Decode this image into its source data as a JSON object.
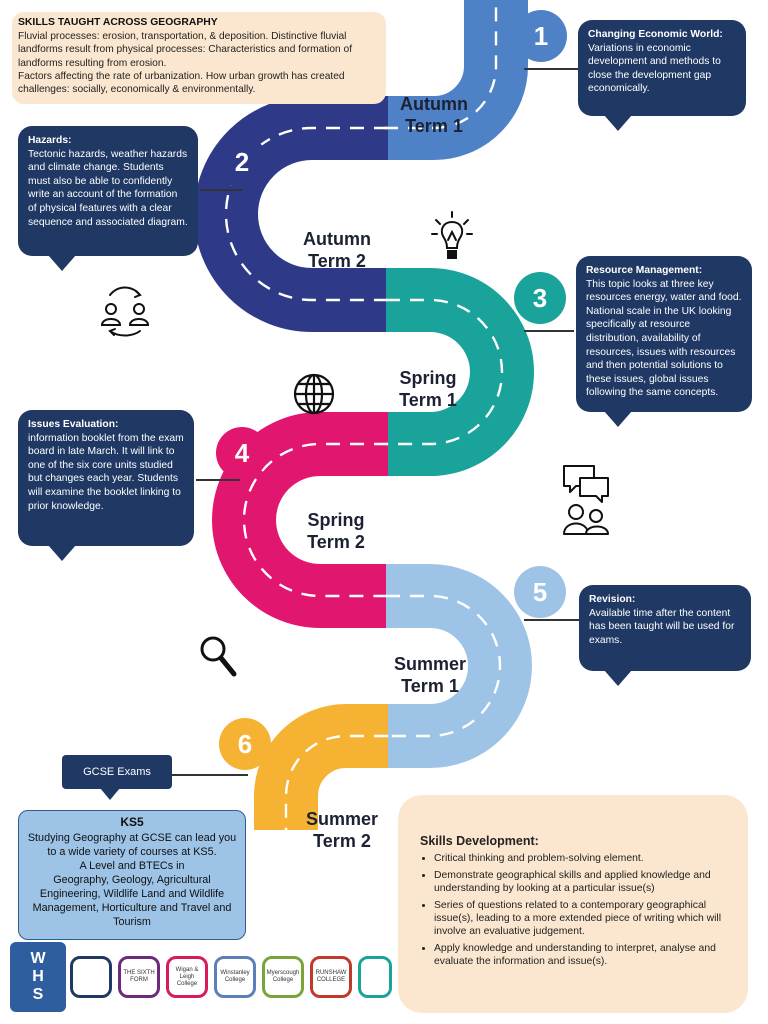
{
  "skills_taught": {
    "title": "SKILLS TAUGHT ACROSS GEOGRAPHY",
    "lines": [
      "Fluvial processes: erosion, transportation,  & deposition. Distinctive fluvial",
      "landforms result from physical processes: Characteristics and formation of",
      "landforms resulting from  erosion.",
      "Factors affecting the rate of urbanization. How urban growth has created",
      "challenges: socially, economically & environmentally."
    ]
  },
  "terms": {
    "t1": [
      "Autumn",
      "Term 1"
    ],
    "t2": [
      "Autumn",
      "Term 2"
    ],
    "t3": [
      "Spring",
      "Term 1"
    ],
    "t4": [
      "Spring",
      "Term 2"
    ],
    "t5": [
      "Summer",
      "Term 1"
    ],
    "t6": [
      "Summer",
      "Term 2"
    ]
  },
  "numbers": [
    "1",
    "2",
    "3",
    "4",
    "5",
    "6"
  ],
  "colors": {
    "t1": "#4f81c7",
    "t2": "#2e3a87",
    "t3": "#1aa39a",
    "t4": "#e0166f",
    "t5": "#9dc3e6",
    "t6": "#f5b233",
    "card": "#1f3864"
  },
  "cards": {
    "c1": {
      "title": "Changing Economic World:",
      "body": "Variations in economic development  and methods to close the development  gap economically."
    },
    "c2": {
      "title": "Hazards:",
      "body": "Tectonic hazards, weather hazards and climate change. Students must also be able to confidently write an account of the formation of physical features with a clear sequence and associated diagram."
    },
    "c3": {
      "title": "Resource Management:",
      "body": "This topic looks at three key resources energy, water and food. National scale in the UK looking specifically at resource distribution, availability of resources, issues with resources and then potential solutions to these issues, global issues following the same concepts."
    },
    "c4": {
      "title": "Issues Evaluation:",
      "body": "information booklet  from the exam board in late March.  It will link to one of the six core units studied but changes each year. Students will examine the booklet linking to prior knowledge."
    },
    "c5": {
      "title": "Revision:",
      "body": "Available time after the content has been taught will be used for exams."
    }
  },
  "gcse_label": "GCSE Exams",
  "ks5": {
    "title": "KS5",
    "lines": [
      "Studying Geography at GCSE can lead you",
      "to a wide variety of courses at KS5.",
      "A Level and BTECs in",
      "Geography, Geology, Agricultural",
      "Engineering, Wildlife Land and Wildlife",
      "Management, Horticulture and Travel and",
      "Tourism"
    ]
  },
  "skills_dev": {
    "title": "Skills Development:",
    "items": [
      "Critical thinking and problem-solving element.",
      "Demonstrate geographical skills and applied knowledge and understanding by looking at a particular issue(s)",
      "Series of questions related to a contemporary  geographical issue(s), leading to a more extended piece of writing which will involve an evaluative judgement.",
      "Apply knowledge and understanding to interpret, analyse and evaluate the information and issue(s)."
    ]
  },
  "logos": {
    "whs": [
      "W",
      "H",
      "S"
    ],
    "partners": [
      "",
      "THE SIXTH FORM",
      "Wigan & Leigh College",
      "Winstanley College",
      "Myerscough College",
      "RUNSHAW COLLEGE",
      ""
    ]
  },
  "icons": [
    "lightbulb-icon",
    "exchange-people-icon",
    "globe-icon",
    "discussion-icon",
    "magnifier-icon"
  ]
}
